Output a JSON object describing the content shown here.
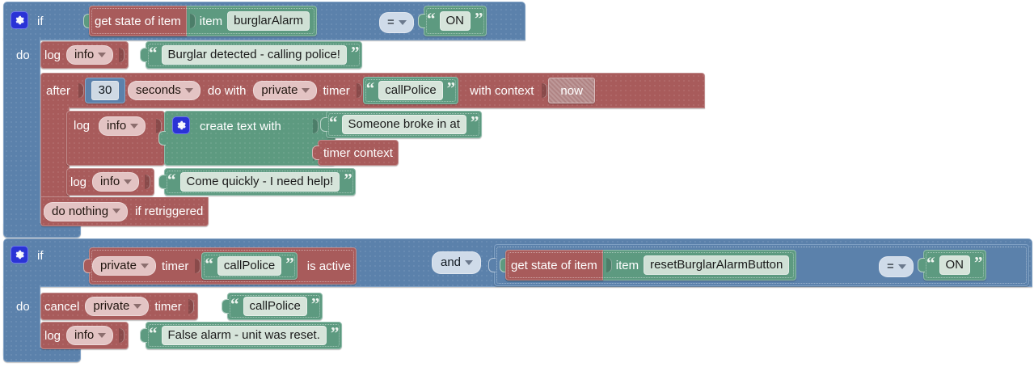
{
  "editor": {
    "name": "blockly-rule-editor",
    "background": "#ffffff",
    "colors": {
      "control_blue": "#5b81ab",
      "action_red": "#a85b5b",
      "value_green": "#5d9a80",
      "number_blue": "#5b81ab",
      "shadow_grey": "#b08484",
      "dropdown_pink": "#e3c3c3",
      "dropdown_blue": "#cfdbe9",
      "field_light": "#d6e4da",
      "gear_blue": "#2a33d6"
    }
  },
  "rule1": {
    "if_label": "if",
    "do_label": "do",
    "gear": "gear-icon",
    "condition": {
      "get_state": "get state of item",
      "item_label": "item",
      "item_value": "burglarAlarm",
      "operator": "=",
      "compare_open_quote": "“",
      "compare_value": "ON",
      "compare_close_quote": "”"
    },
    "statements": {
      "log1": {
        "verb": "log",
        "level": "info",
        "open_quote": "“",
        "message": "Burglar detected - calling police!",
        "close_quote": "”"
      },
      "timer": {
        "after_label": "after",
        "delay": "30",
        "unit": "seconds",
        "do_with_label": "do with",
        "scope": "private",
        "timer_label": "timer",
        "open_quote": "“",
        "timer_name": "callPolice",
        "close_quote": "”",
        "with_context_label": "with context",
        "context_value": "now",
        "body": {
          "log_create": {
            "verb": "log",
            "level": "info",
            "gear": "gear-icon",
            "create_text_with": "create text with",
            "open_quote": "“",
            "part1": "Someone broke in at",
            "close_quote": "”",
            "part2": "timer context"
          },
          "log_help": {
            "verb": "log",
            "level": "info",
            "open_quote": "“",
            "message": "Come quickly - I need help!",
            "close_quote": "”"
          }
        },
        "retrigger_policy": "do nothing",
        "retrigger_suffix": "if retriggered"
      }
    }
  },
  "rule2": {
    "if_label": "if",
    "do_label": "do",
    "gear": "gear-icon",
    "condition_left": {
      "scope": "private",
      "timer_label": "timer",
      "open_quote": "“",
      "timer_name": "callPolice",
      "close_quote": "”",
      "is_active_label": "is active"
    },
    "logic_operator": "and",
    "condition_right": {
      "get_state": "get state of item",
      "item_label": "item",
      "item_value": "resetBurglarAlarmButton",
      "operator": "=",
      "open_quote": "“",
      "compare_value": "ON",
      "close_quote": "”"
    },
    "statements": {
      "cancel": {
        "verb": "cancel",
        "scope": "private",
        "timer_label": "timer",
        "open_quote": "“",
        "timer_name": "callPolice",
        "close_quote": "”"
      },
      "log": {
        "verb": "log",
        "level": "info",
        "open_quote": "“",
        "message": "False alarm - unit was reset.",
        "close_quote": "”"
      }
    }
  }
}
